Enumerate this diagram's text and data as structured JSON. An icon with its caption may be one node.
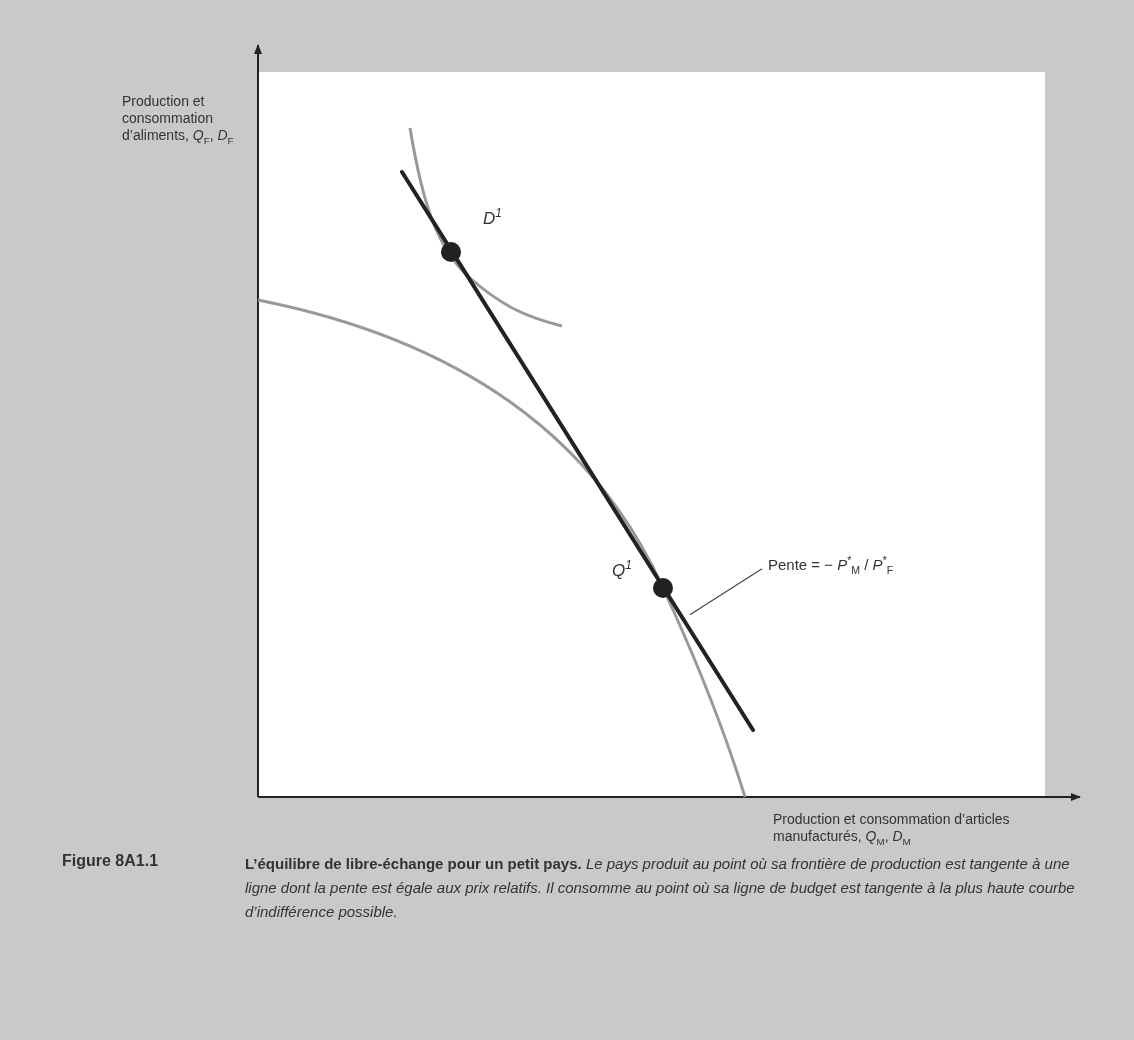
{
  "diagram": {
    "title": "Figure 8A1.1",
    "caption": "**L’équilibre de libre-échange pour un petit pays.** *Le pays produit au point où sa frontière de production est tangente à une ligne dont la pente est égale aux prix relatifs. Il consomme au point où sa ligne de budget est tangente à la plus haute courbe d’indifférence possible.*",
    "nodes": [
      {
        "text": [
          "Pente = − *P*$^{*}$$_{M}$ / *P*$^{*}$$_{F}$"
        ]
      },
      {
        "text": [],
        "shape": "line"
      }
    ],
    "edges": [
      {
        "from": 0,
        "to": 1,
        "arrow": "none"
      }
    ],
    "labels": [
      "Production et consommation d’aliments, *Q*$_{F}$, *D*$_{F}$",
      "D$^{1}$",
      "Q$^{1}$",
      "Production et consommation d’articles manufacturés, *Q*$_{M}$, *D*$_{M}$"
    ]
  }
}
